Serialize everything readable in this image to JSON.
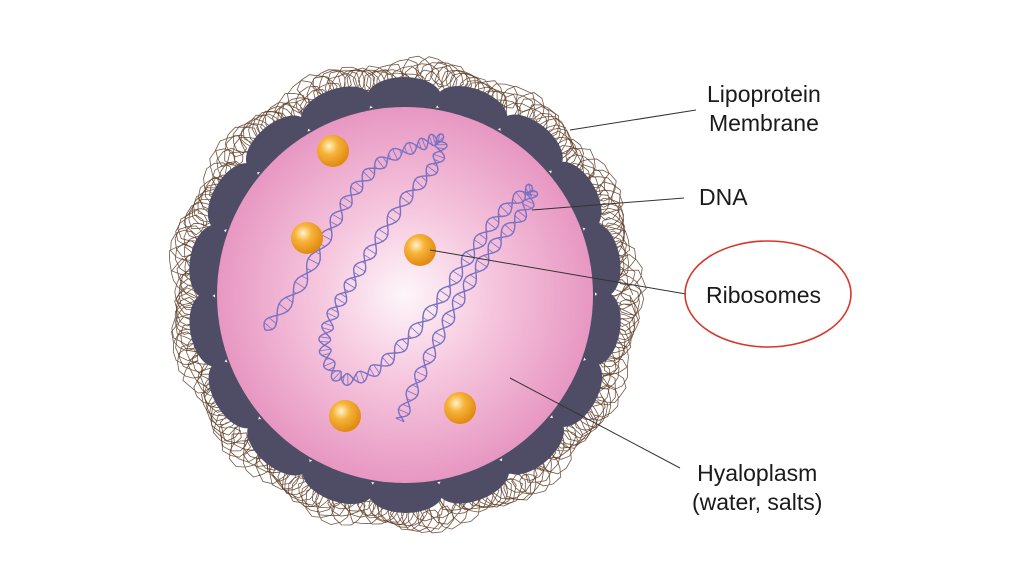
{
  "labels": {
    "lipoprotein": [
      "Lipoprotein",
      "Membrane"
    ],
    "dna": "DNA",
    "ribosomes": "Ribosomes",
    "hyaloplasm": [
      "Hyaloplasm",
      "(water, salts)"
    ]
  },
  "colors": {
    "background": "#ffffff",
    "cytoplasm_center": "#fdf3f8",
    "cytoplasm_mid": "#f4bcd8",
    "cytoplasm_edge": "#e99ac4",
    "membrane_plate": "#4f4d66",
    "fibers": "#5c3a22",
    "dna": "#7a71c4",
    "ribosome": "#f3a21f",
    "ribosome_highlight": "#ffe3a0",
    "leader_line": "#333333",
    "highlight_ellipse": "#d9342b"
  },
  "icons": {
    "ribosome": "orange-sphere",
    "dna": "double-helix-strand",
    "membrane": "dark-ellipse-plate",
    "capsule": "tangled-fiber-ring"
  }
}
